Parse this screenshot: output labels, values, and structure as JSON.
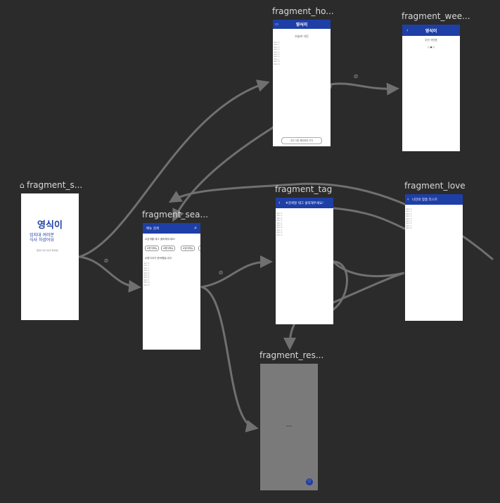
{
  "colors": {
    "canvas": "#2b2b2b",
    "edge": "#707070",
    "appbar": "#1e3fa6",
    "title": "#d9d9d9"
  },
  "fragments": {
    "splash": {
      "title": "fragment_s...",
      "logo": "영식이",
      "tagline": "엄지대 여러분\n식사 하셨어요",
      "sub": "영양사 추천 식단을 확인해요"
    },
    "home": {
      "title": "fragment_ho...",
      "appbar_title": "영식이",
      "heading": "오늘의 식단",
      "list": "Item 0\nItem 1\nItem 2\nItem 3\nItem 4\nItem 5\nItem 6\nItem 7\nItem 8\nItem 9",
      "button": "주간 식단 확인하러 가기"
    },
    "weekly": {
      "title": "fragment_wee...",
      "appbar_title": "영식이",
      "heading": "주간 식단표",
      "dots": "○ ● ○"
    },
    "search": {
      "title": "fragment_sea...",
      "appbar_title": "메뉴 검색",
      "tag_heading": "#검색할 태그 클릭해주세요!",
      "chips": [
        "#한식메뉴",
        "#중식메뉴",
        "#일식메뉴",
        "#"
      ],
      "recommend": "#영식이가 준비했습니다!",
      "list": "Item 0\nItem 1\nItem 2\nItem 3\nItem 4\nItem 5\nItem 6\nItem 7\nItem 8\nItem 9"
    },
    "tag": {
      "title": "fragment_tag",
      "appbar_title": "#검색할 태그 클릭해주세요!",
      "list": "Item 0\nItem 1\nItem 2\nItem 3\nItem 4\nItem 5\nItem 6\nItem 7\nItem 8\nItem 9"
    },
    "love": {
      "title": "fragment_love",
      "appbar_title": "나만의 맞춤 리스트",
      "list": "Item 0\nItem 1\nItem 2\nItem 3\nItem 4\nItem 5\nItem 6\nItem 7\nItem 8"
    },
    "result": {
      "title": "fragment_res...",
      "placeholder": "—",
      "fav_icon": "♡"
    }
  },
  "action_badge": "⊘"
}
